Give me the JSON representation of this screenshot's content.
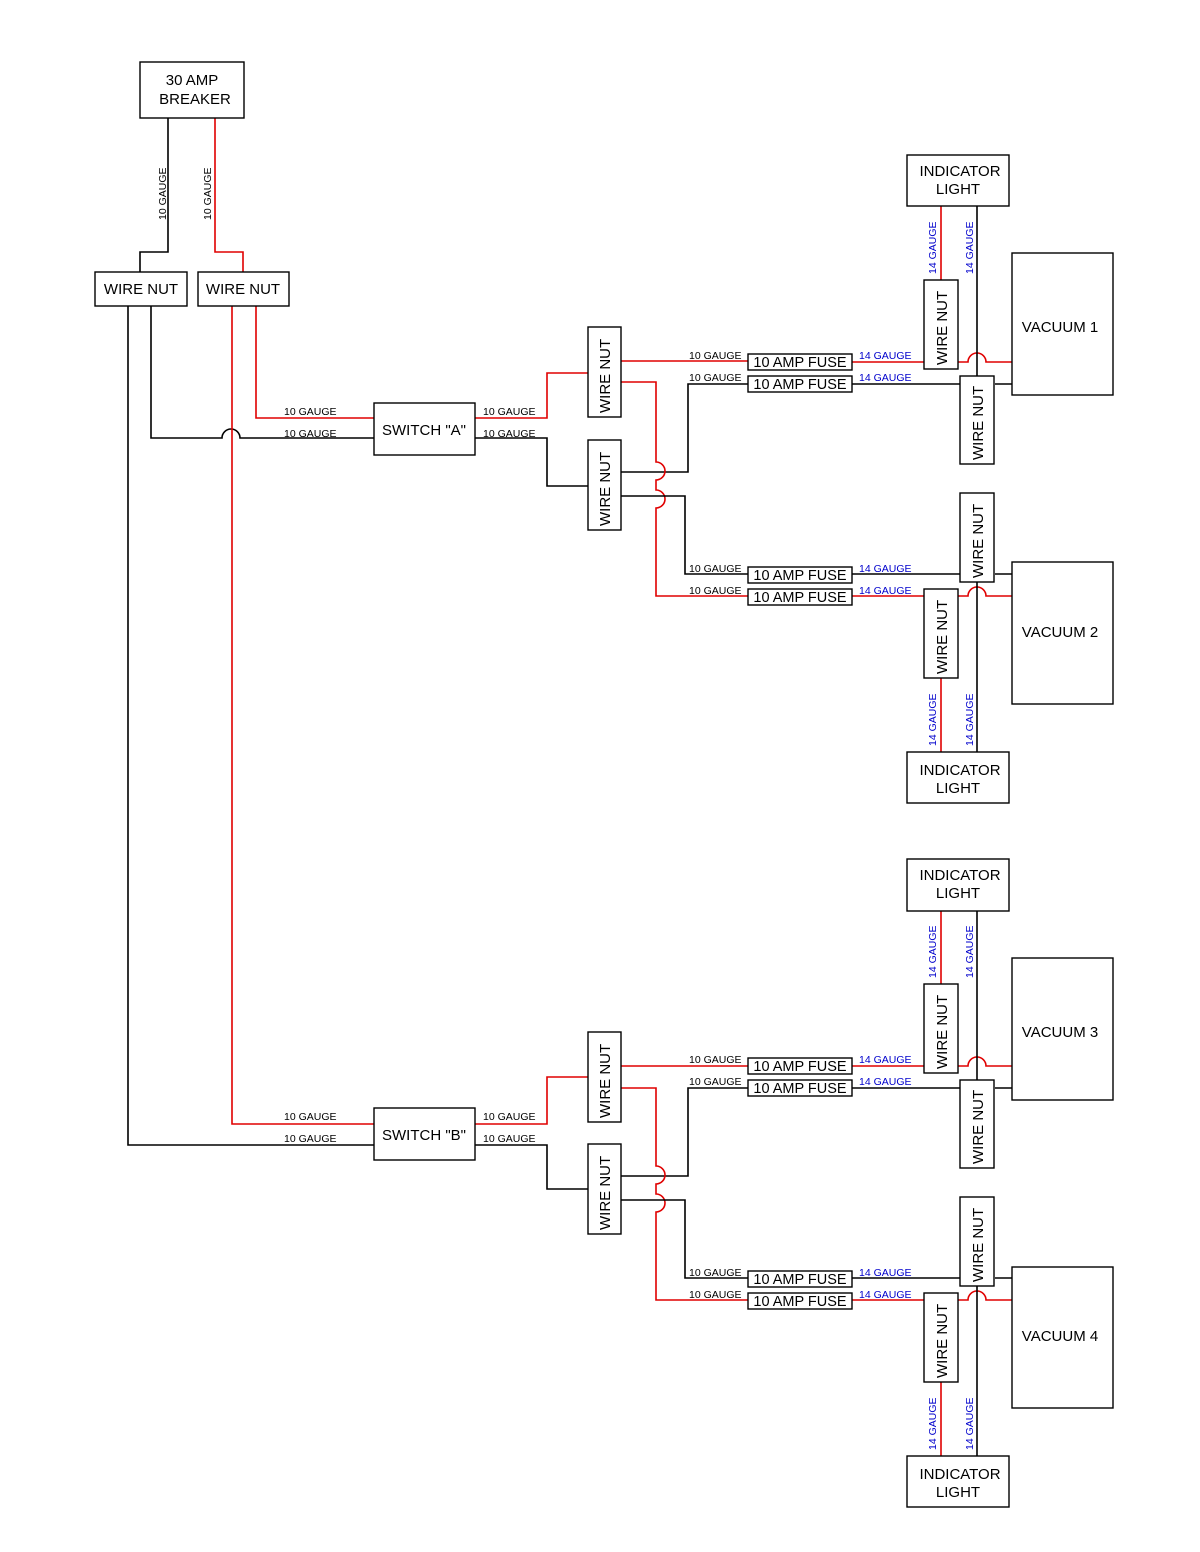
{
  "components": {
    "breaker_line1": "30 AMP",
    "breaker_line2": "BREAKER",
    "wire_nut": "WIRE NUT",
    "switch_a": "SWITCH \"A\"",
    "switch_b": "SWITCH \"B\"",
    "fuse": "10 AMP FUSE",
    "indicator_line1": "INDICATOR",
    "indicator_line2": "LIGHT",
    "vacuum_1": "VACUUM 1",
    "vacuum_2": "VACUUM 2",
    "vacuum_3": "VACUUM 3",
    "vacuum_4": "VACUUM 4"
  },
  "wire_labels": {
    "gauge_10": "10 GAUGE",
    "gauge_14": "14 GAUGE"
  },
  "colors": {
    "hot_wire": "#e00000",
    "neutral_wire": "#000000",
    "gauge_14_text": "#0000cc"
  }
}
